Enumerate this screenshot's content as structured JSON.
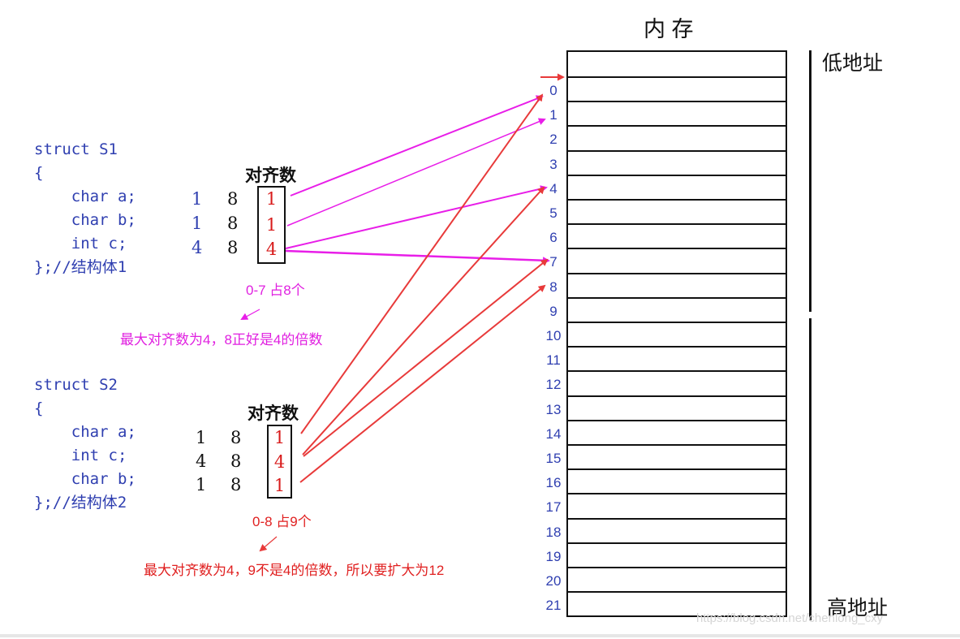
{
  "memory": {
    "title": "内 存",
    "low_label": "低地址",
    "high_label": "高地址",
    "indices": [
      "0",
      "1",
      "2",
      "3",
      "4",
      "5",
      "6",
      "7",
      "8",
      "9",
      "10",
      "11",
      "12",
      "13",
      "14",
      "15",
      "16",
      "17",
      "18",
      "19",
      "20",
      "21"
    ]
  },
  "s1": {
    "code": [
      "struct S1",
      "{",
      "    char a;",
      "    char b;",
      "    int c;",
      "};//结构体1"
    ],
    "heading": "对齐数",
    "rows": [
      {
        "size": "1",
        "default": "8",
        "align": "1"
      },
      {
        "size": "1",
        "default": "8",
        "align": "1"
      },
      {
        "size": "4",
        "default": "8",
        "align": "4"
      }
    ],
    "range_note": "0-7 占8个",
    "conclusion": "最大对齐数为4，8正好是4的倍数"
  },
  "s2": {
    "code": [
      "struct S2",
      "{",
      "    char a;",
      "    int c;",
      "    char b;",
      "};//结构体2"
    ],
    "heading": "对齐数",
    "rows": [
      {
        "size": "1",
        "default": "8",
        "align": "1"
      },
      {
        "size": "4",
        "default": "8",
        "align": "4"
      },
      {
        "size": "1",
        "default": "8",
        "align": "1"
      }
    ],
    "range_note": "0-8 占9个",
    "conclusion": "最大对齐数为4，9不是4的倍数，所以要扩大为12"
  },
  "colors": {
    "s1_arrow": "#e81ee8",
    "s2_arrow": "#e83a3a",
    "index_blue": "#2f3fb0",
    "align_red": "#d81b1b"
  },
  "watermark": "https://blog.csdn.net/chenlong_cxy"
}
